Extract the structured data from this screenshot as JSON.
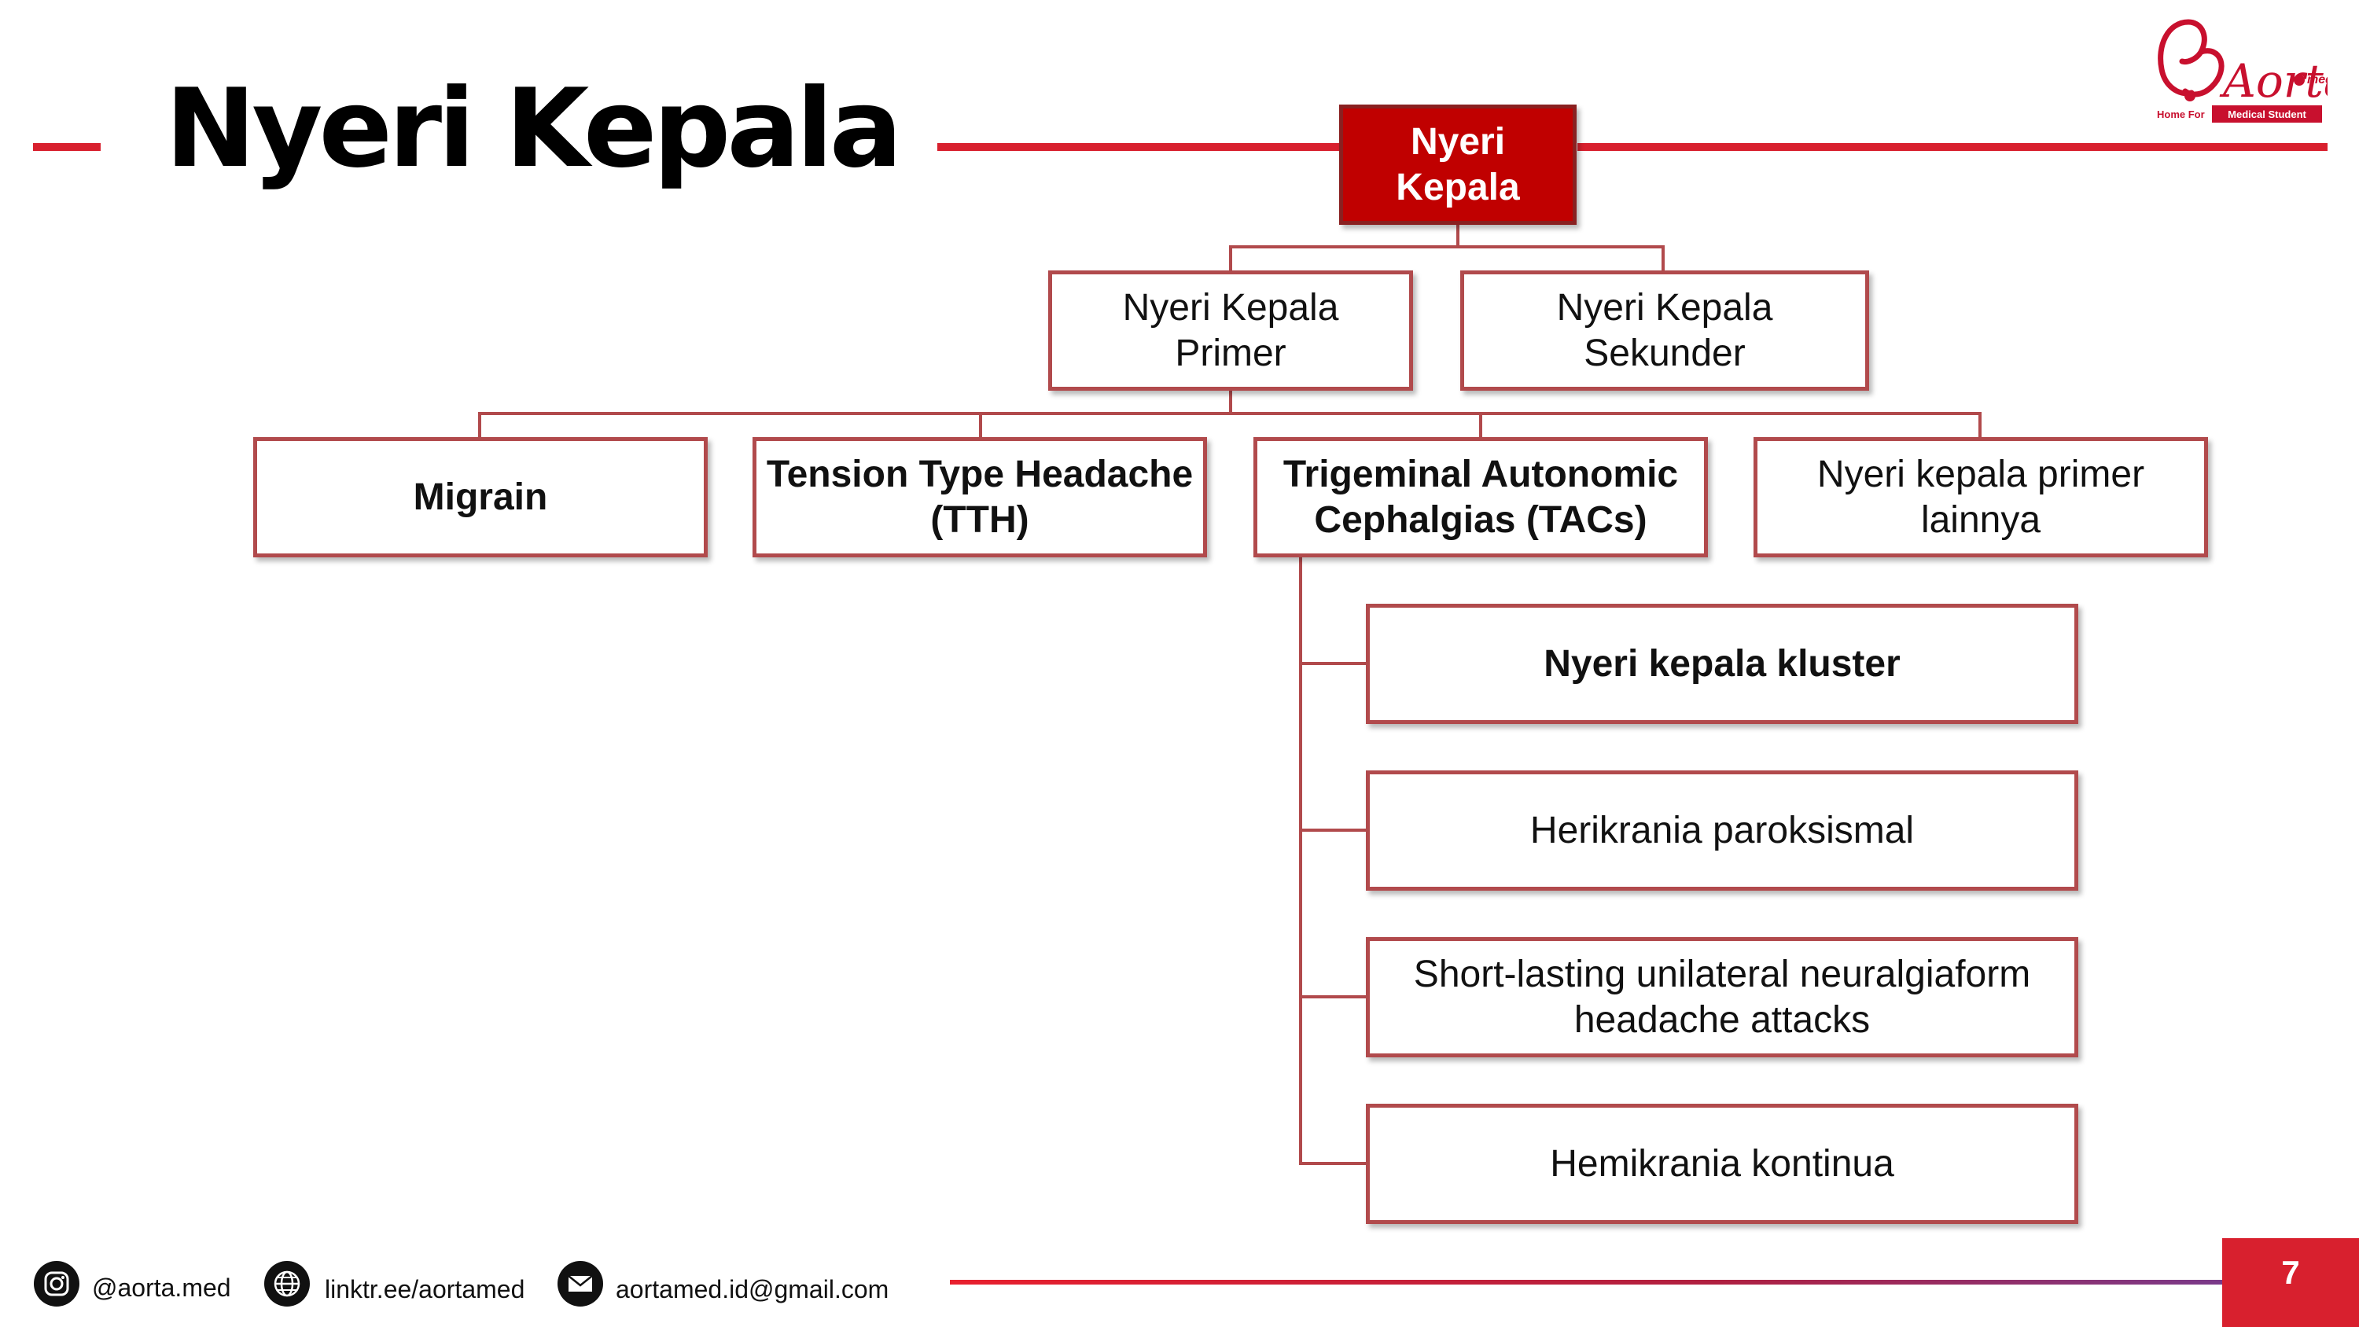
{
  "slide": {
    "title": "Nyeri Kepala",
    "page_number": "7"
  },
  "logo": {
    "wordmark": "Aorta",
    "suffix": "med",
    "tagline_left": "Home For",
    "tagline_right": "Medical Student"
  },
  "diagram": {
    "root": "Nyeri Kepala",
    "level1": [
      {
        "line1": "Nyeri Kepala",
        "line2": "Primer"
      },
      {
        "line1": "Nyeri Kepala",
        "line2": "Sekunder"
      }
    ],
    "level2": [
      {
        "line1": "Migrain",
        "line2": ""
      },
      {
        "line1": "Tension Type Headache",
        "line2": "(TTH)"
      },
      {
        "line1": "Trigeminal Autonomic",
        "line2": "Cephalgias (TACs)"
      },
      {
        "line1": "Nyeri kepala primer",
        "line2": "lainnya"
      }
    ],
    "level3": [
      {
        "line1": "Nyeri kepala kluster",
        "line2": ""
      },
      {
        "line1": "Herikrania paroksismal",
        "line2": ""
      },
      {
        "line1": "Short-lasting unilateral neuralgiaform",
        "line2": "headache attacks"
      },
      {
        "line1": "Hemikrania kontinua",
        "line2": ""
      }
    ]
  },
  "footer": {
    "instagram": "@aorta.med",
    "website": "linktr.ee/aortamed",
    "email": "aortamed.id@gmail.com"
  },
  "colors": {
    "accent": "#d8202e",
    "root_fill": "#c00000",
    "box_border": "#b14a4c"
  }
}
